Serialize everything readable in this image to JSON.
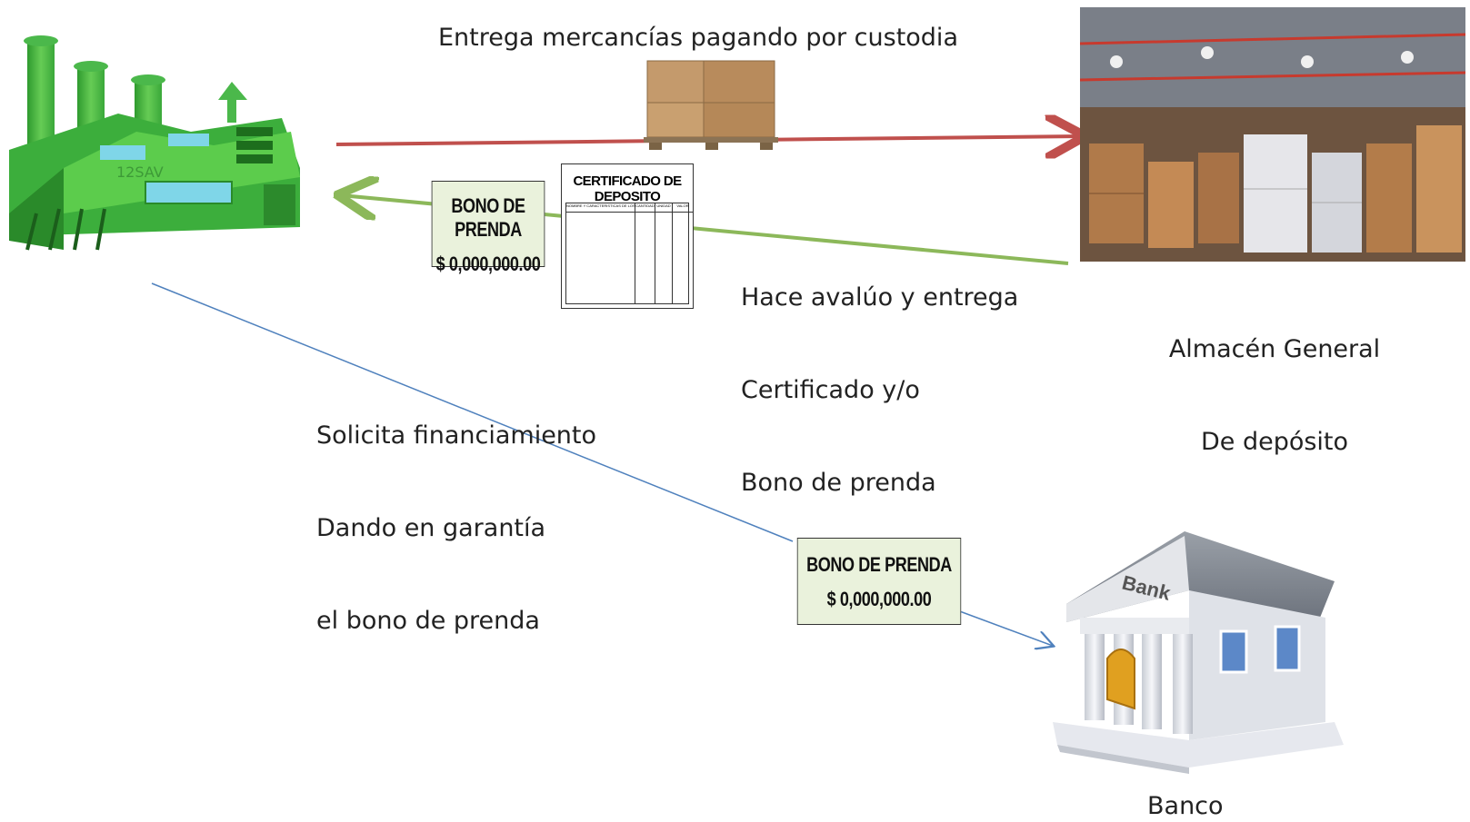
{
  "flow_top_label": "Entrega mercancías pagando por custodia",
  "flow_return_label": [
    "Hace avalúo y entrega",
    "Certificado y/o",
    "Bono de prenda"
  ],
  "flow_finance_label": [
    "Solicita financiamiento",
    "Dando en garantía",
    "el bono de prenda"
  ],
  "warehouse_label": [
    "Almacén General",
    "De depósito"
  ],
  "bank_label": "Banco",
  "bank_sign": "Bank",
  "factory_watermark": "12SAV",
  "bono_de_prenda": {
    "title": "BONO DE PRENDA",
    "amount": "$ 0,000,000.00"
  },
  "certificado": {
    "title": "CERTIFICADO DE DEPOSITO",
    "columns": [
      "NOMBRE Y CARACTERISTICAS DE LOS BIENES",
      "CANTIDAD",
      "UNIDAD",
      "VALOR"
    ]
  },
  "colors": {
    "deliver_arrow": "#c0504d",
    "return_arrow": "#8cb85a",
    "finance_arrow": "#4f81bd",
    "bono_fill": "#eaf2dc"
  },
  "icons": [
    "factory-icon",
    "box-pallet-icon",
    "warehouse-photo",
    "bank-building-icon"
  ]
}
